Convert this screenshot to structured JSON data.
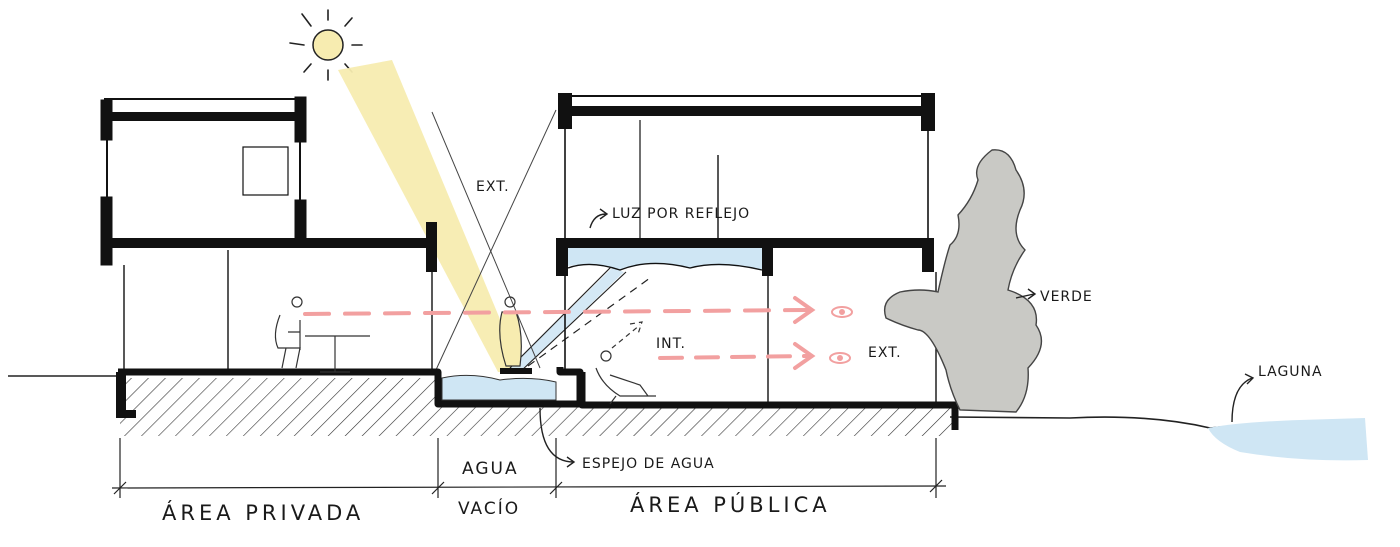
{
  "labels": {
    "ext_top": "EXT.",
    "luz_por_reflejo": "LUZ POR REFLEJO",
    "verde": "VERDE",
    "int": "INT.",
    "ext_right": "EXT.",
    "laguna": "LAGUNA",
    "espejo_de_agua": "ESPEJO DE AGUA",
    "agua": "AGUA",
    "area_privada": "ÁREA PRIVADA",
    "vacio": "VACÍO",
    "area_publica": "ÁREA PÚBLICA"
  },
  "colors": {
    "sunlight": "#f7ecb0",
    "water": "#cfe6f4",
    "view_arrows": "#f2a0a0",
    "tree": "#c9c9c5",
    "ink": "#111111"
  }
}
